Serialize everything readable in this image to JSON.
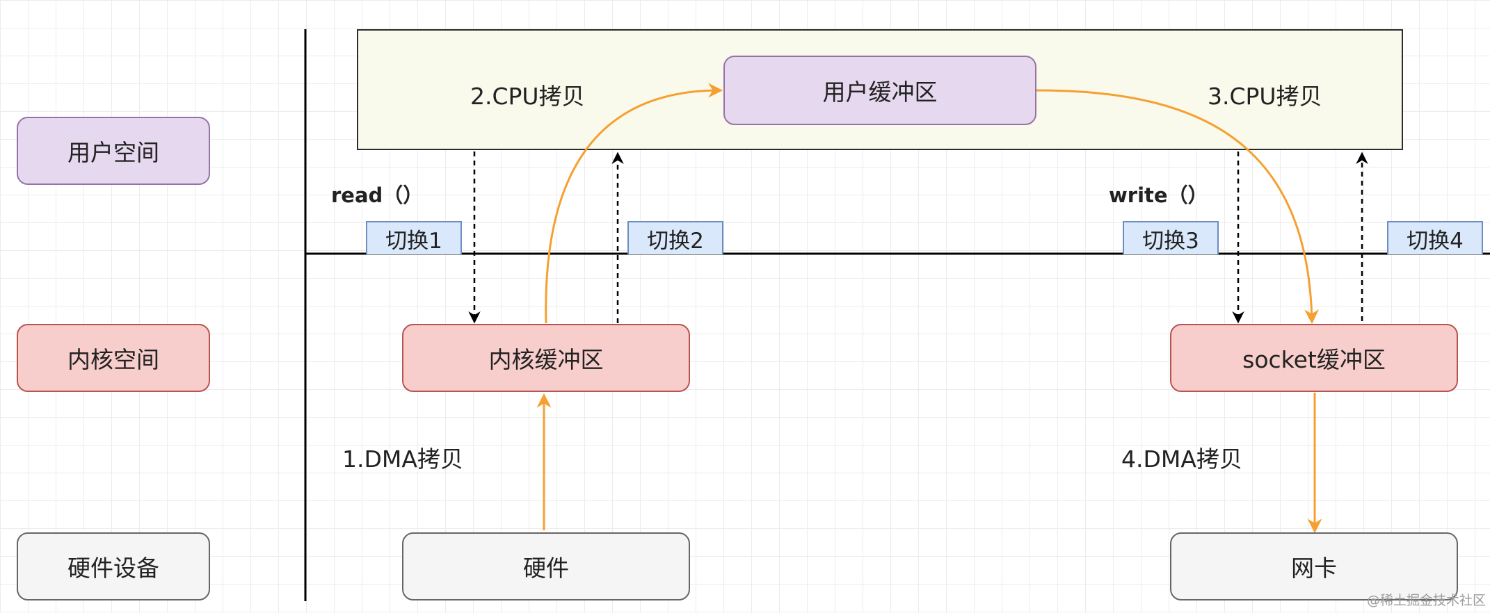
{
  "rows": {
    "user_space": "用户空间",
    "kernel_space": "内核空间",
    "hardware_device": "硬件设备"
  },
  "nodes": {
    "user_buffer": "用户缓冲区",
    "kernel_buffer": "内核缓冲区",
    "socket_buffer": "socket缓冲区",
    "hardware": "硬件",
    "nic": "网卡"
  },
  "calls": {
    "read": "read（）",
    "write": "write（）"
  },
  "switches": [
    "切换1",
    "切换2",
    "切换3",
    "切换4"
  ],
  "steps": {
    "dma1": "1.DMA拷贝",
    "cpu2": "2.CPU拷贝",
    "cpu3": "3.CPU拷贝",
    "dma4": "4.DMA拷贝"
  },
  "watermark": "@稀土掘金技术社区",
  "colors": {
    "user_fill": "#e6d9ef",
    "user_border": "#9673a6",
    "kernel_fill": "#f8cecc",
    "kernel_border": "#b85450",
    "hardware_fill": "#f5f5f5",
    "hardware_border": "#666666",
    "switch_fill": "#dae8fc",
    "switch_border": "#6c8ebf",
    "user_area_fill": "#f9f9ec",
    "data_flow_arrow": "#f5a030",
    "control_arrow": "#000000"
  }
}
